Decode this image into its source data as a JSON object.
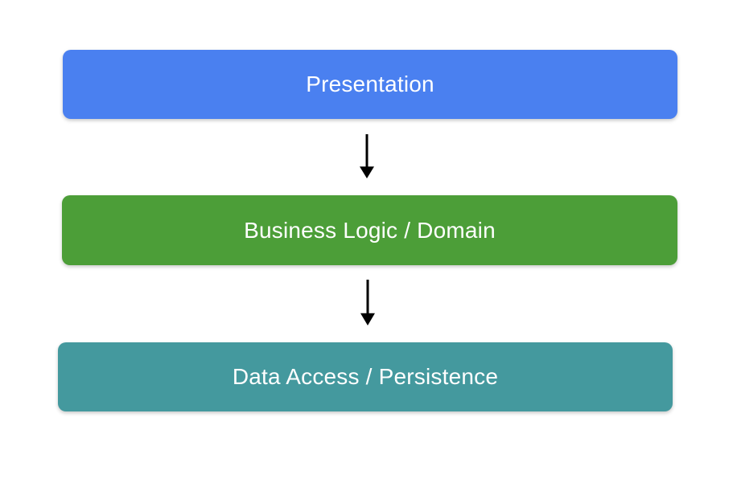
{
  "diagram": {
    "type": "layered-architecture",
    "background_color": "#ffffff",
    "text_color": "#ffffff",
    "layers": [
      {
        "label": "Presentation",
        "color": "#4a80f0"
      },
      {
        "label": "Business Logic / Domain",
        "color": "#4c9e38"
      },
      {
        "label": "Data Access / Persistence",
        "color": "#44999e"
      }
    ],
    "arrows": [
      {
        "direction": "down",
        "color": "#000000"
      },
      {
        "direction": "down",
        "color": "#000000"
      }
    ]
  }
}
